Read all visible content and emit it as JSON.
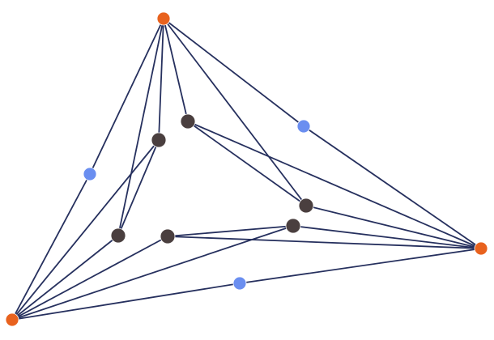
{
  "graph": {
    "colors": {
      "edge": "#26305e",
      "outer_vertex": "#e8621e",
      "midpoint_vertex": "#6a8ef0",
      "inner_vertex": "#4a3f3f",
      "background": "#ffffff"
    },
    "nodes": [
      {
        "id": "top",
        "kind": "outer"
      },
      {
        "id": "bottom-left",
        "kind": "outer"
      },
      {
        "id": "right",
        "kind": "outer"
      },
      {
        "id": "mid-left",
        "kind": "midpoint"
      },
      {
        "id": "mid-right",
        "kind": "midpoint"
      },
      {
        "id": "mid-bottom",
        "kind": "midpoint"
      },
      {
        "id": "inner-a",
        "kind": "inner"
      },
      {
        "id": "inner-b",
        "kind": "inner"
      },
      {
        "id": "inner-c",
        "kind": "inner"
      },
      {
        "id": "inner-d",
        "kind": "inner"
      },
      {
        "id": "inner-e",
        "kind": "inner"
      },
      {
        "id": "inner-f",
        "kind": "inner"
      }
    ],
    "edges": [
      [
        "top",
        "mid-left"
      ],
      [
        "mid-left",
        "bottom-left"
      ],
      [
        "top",
        "mid-right"
      ],
      [
        "mid-right",
        "right"
      ],
      [
        "bottom-left",
        "mid-bottom"
      ],
      [
        "mid-bottom",
        "right"
      ],
      [
        "top",
        "inner-a"
      ],
      [
        "top",
        "inner-b"
      ],
      [
        "top",
        "inner-c"
      ],
      [
        "top",
        "inner-e"
      ],
      [
        "bottom-left",
        "inner-b"
      ],
      [
        "bottom-left",
        "inner-c"
      ],
      [
        "bottom-left",
        "inner-d"
      ],
      [
        "bottom-left",
        "inner-f"
      ],
      [
        "right",
        "inner-a"
      ],
      [
        "right",
        "inner-e"
      ],
      [
        "right",
        "inner-d"
      ],
      [
        "right",
        "inner-f"
      ],
      [
        "inner-a",
        "inner-e"
      ],
      [
        "inner-b",
        "inner-c"
      ],
      [
        "inner-d",
        "inner-f"
      ]
    ]
  }
}
